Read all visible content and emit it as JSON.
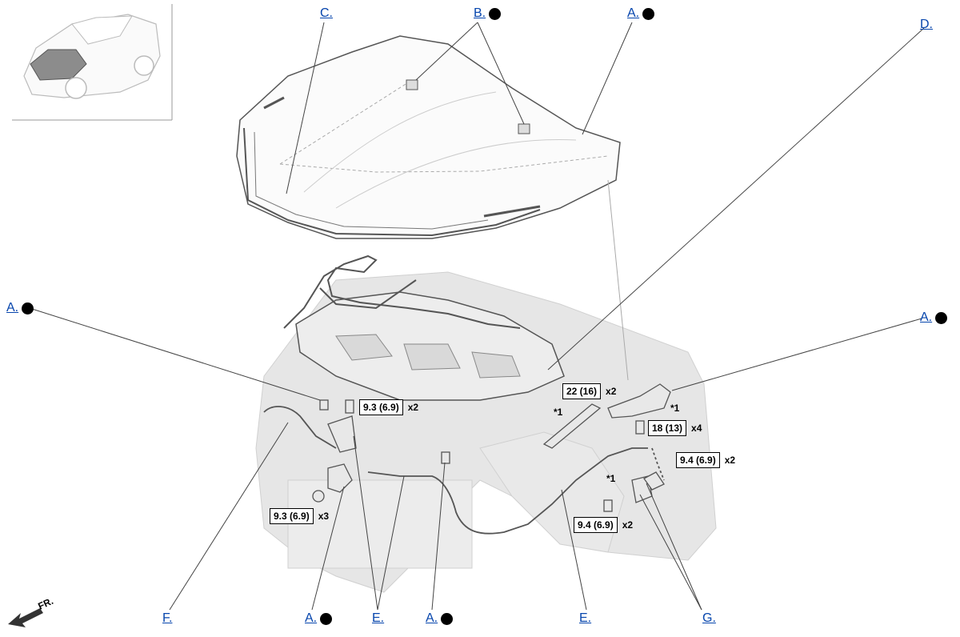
{
  "callouts": [
    {
      "id": "c1",
      "label": "C.",
      "dot": false
    },
    {
      "id": "b1",
      "label": "B.",
      "dot": true
    },
    {
      "id": "a1",
      "label": "A.",
      "dot": true
    },
    {
      "id": "d1",
      "label": "D.",
      "dot": false
    },
    {
      "id": "a2",
      "label": "A.",
      "dot": true
    },
    {
      "id": "a3",
      "label": "A.",
      "dot": true
    },
    {
      "id": "f1",
      "label": "F.",
      "dot": false
    },
    {
      "id": "a4",
      "label": "A.",
      "dot": true
    },
    {
      "id": "e1",
      "label": "E.",
      "dot": false
    },
    {
      "id": "a5",
      "label": "A.",
      "dot": true
    },
    {
      "id": "e2",
      "label": "E.",
      "dot": false
    },
    {
      "id": "g1",
      "label": "G.",
      "dot": false
    }
  ],
  "torques": [
    {
      "value": "9.3 (6.9)",
      "qty": "x2"
    },
    {
      "value": "22 (16)",
      "qty": "x2"
    },
    {
      "value": "18 (13)",
      "qty": "x4"
    },
    {
      "value": "9.4 (6.9)",
      "qty": "x2"
    },
    {
      "value": "9.3 (6.9)",
      "qty": "x3"
    },
    {
      "value": "9.4 (6.9)",
      "qty": "x2"
    }
  ],
  "notes": [
    "*1",
    "*1",
    "*1"
  ],
  "direction": "FR.",
  "colors": {
    "link": "#0645ad",
    "line": "#555555",
    "part_fill": "#f2f2f2",
    "body_ghost": "#e6e6e6"
  }
}
